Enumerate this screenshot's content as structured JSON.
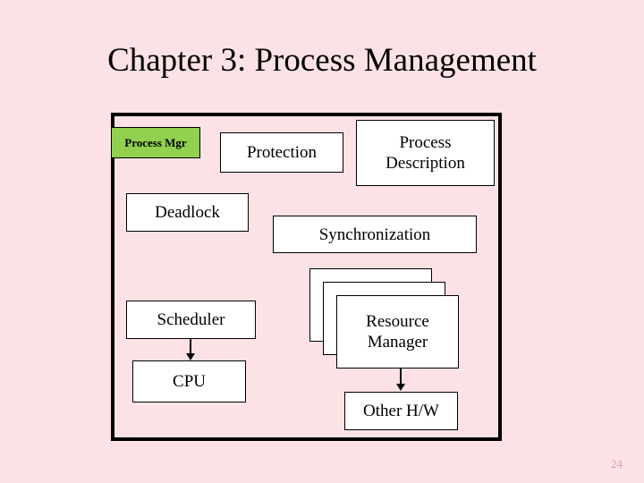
{
  "slide": {
    "title": "Chapter 3: Process Management",
    "page_number": "24",
    "background_color": "#fce2e4",
    "accent_color": "#92d050",
    "border_color": "#000000",
    "page_number_color": "#c9a6ab"
  },
  "diagram": {
    "name": "process-management-architecture",
    "boxes": {
      "process_mgr": {
        "label": "Process Mgr",
        "fill": "#92d050"
      },
      "protection": {
        "label": "Protection",
        "fill": "#ffffff"
      },
      "process_description": {
        "line1": "Process",
        "line2": "Description",
        "fill": "#ffffff"
      },
      "deadlock": {
        "label": "Deadlock",
        "fill": "#ffffff"
      },
      "synchronization": {
        "label": "Synchronization",
        "fill": "#ffffff"
      },
      "resource_manager": {
        "line1": "Resource",
        "line2": "Manager",
        "fill": "#ffffff",
        "stack_count": "3"
      },
      "scheduler": {
        "label": "Scheduler",
        "fill": "#ffffff"
      },
      "cpu": {
        "label": "CPU",
        "fill": "#ffffff"
      },
      "other_hw": {
        "label": "Other H/W",
        "fill": "#ffffff"
      }
    },
    "arrows": [
      {
        "name": "scheduler-to-cpu",
        "from": "scheduler",
        "to": "cpu"
      },
      {
        "name": "resource-manager-to-other-hw",
        "from": "resource_manager",
        "to": "other_hw"
      }
    ]
  }
}
